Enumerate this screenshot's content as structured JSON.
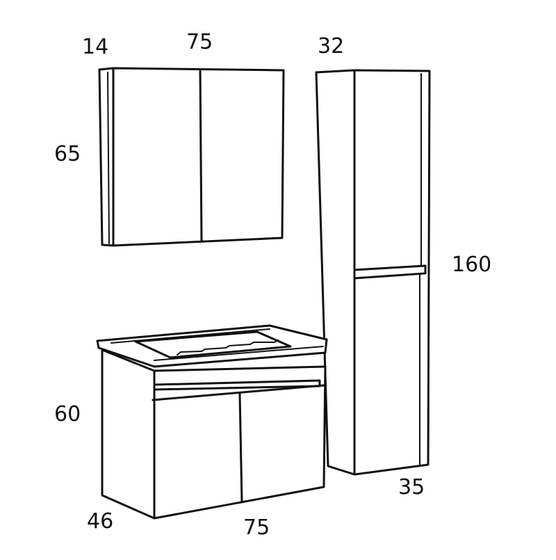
{
  "mirror_cabinet": {
    "depth": "14",
    "width": "75",
    "height": "65"
  },
  "tall_cabinet": {
    "depth": "32",
    "height": "160",
    "width": "35"
  },
  "vanity": {
    "height": "60",
    "depth": "46",
    "width": "75"
  }
}
